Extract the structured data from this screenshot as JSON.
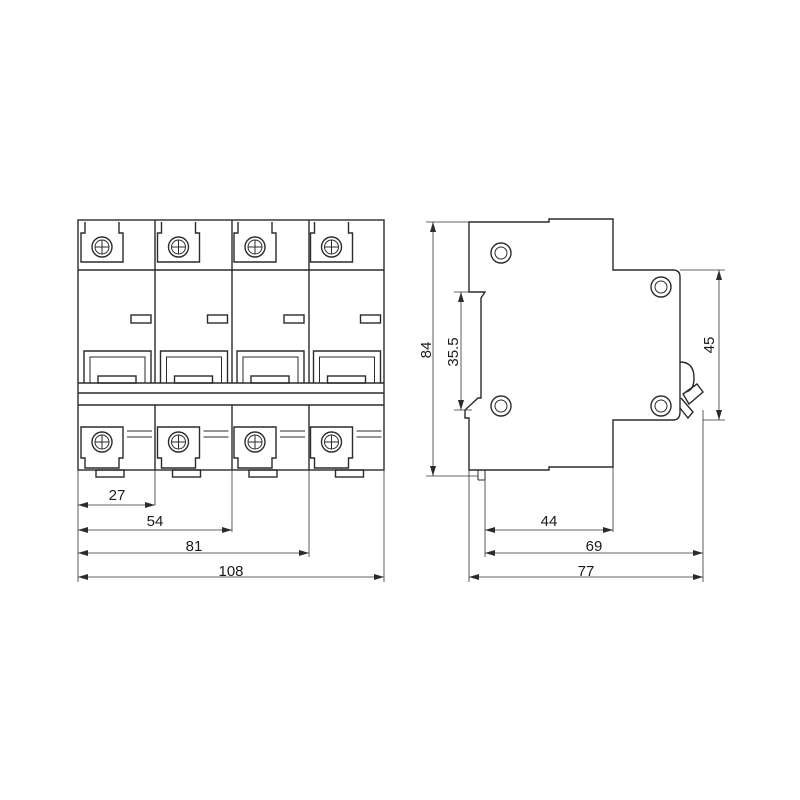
{
  "front_view": {
    "dimensions": {
      "d27": "27",
      "d54": "54",
      "d81": "81",
      "d108": "108"
    }
  },
  "side_view": {
    "dimensions": {
      "d84": "84",
      "d35_5": "35.5",
      "d45": "45",
      "d44": "44",
      "d69": "69",
      "d77": "77"
    }
  },
  "colors": {
    "line": "#2b2b2b",
    "background": "#ffffff"
  }
}
